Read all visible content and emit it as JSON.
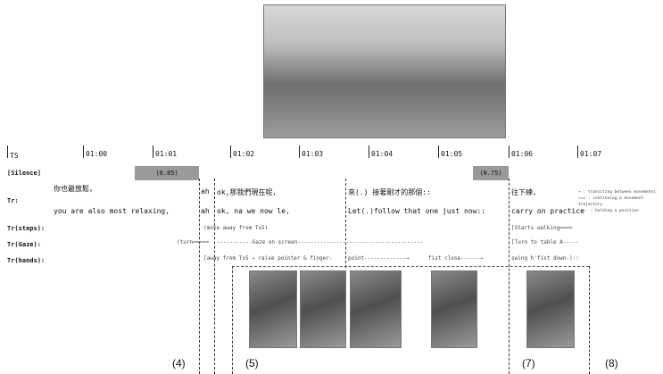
{
  "timeline": {
    "ts_label": "TS",
    "times": [
      "01:00",
      "01:01",
      "01:02",
      "01:03",
      "01:04",
      "01:05",
      "01:06",
      "01:07"
    ]
  },
  "tiers": {
    "silence": "[Silence]",
    "tr": "Tr:",
    "steps": "Tr(steps):",
    "gaze": "Tr(Gaze):",
    "hands": "Tr(hands):"
  },
  "silence_values": [
    "(0.85)",
    "(0.75)"
  ],
  "speech": {
    "zh1": "你也最放鬆，",
    "en1": "you are also most relaxing,",
    "ah_zh": "ah",
    "ah_en": "ah",
    "zh2": "ok,那我們現在呢，",
    "en2": "ok, na we now le,",
    "zh3": "來(.) 接著剛才的那個::",
    "en3": "Let(.)follow that one just now::",
    "zh4": "往下練，",
    "en4": "carry on practice"
  },
  "annotations": {
    "steps1": "(move away from Ts5)",
    "steps2": "[Starts walking====",
    "gaze1": "(turn=====",
    "gaze2": "-----------Gaze on screen---------------------------------------",
    "gaze3": "[Turn to table A-----",
    "hands1": "[away from Ts5 → raise pointer & finger-",
    "hands2": "point-------------→",
    "hands3": "fist close------→",
    "hands4": "swing h'fist down-)::"
  },
  "legend": [
    "→ : transiting between movements",
    "=== : continuing a movement trajectory",
    "---- : holding a position"
  ],
  "captions": [
    "(4)",
    "(5)",
    "(7)",
    "(8)"
  ]
}
